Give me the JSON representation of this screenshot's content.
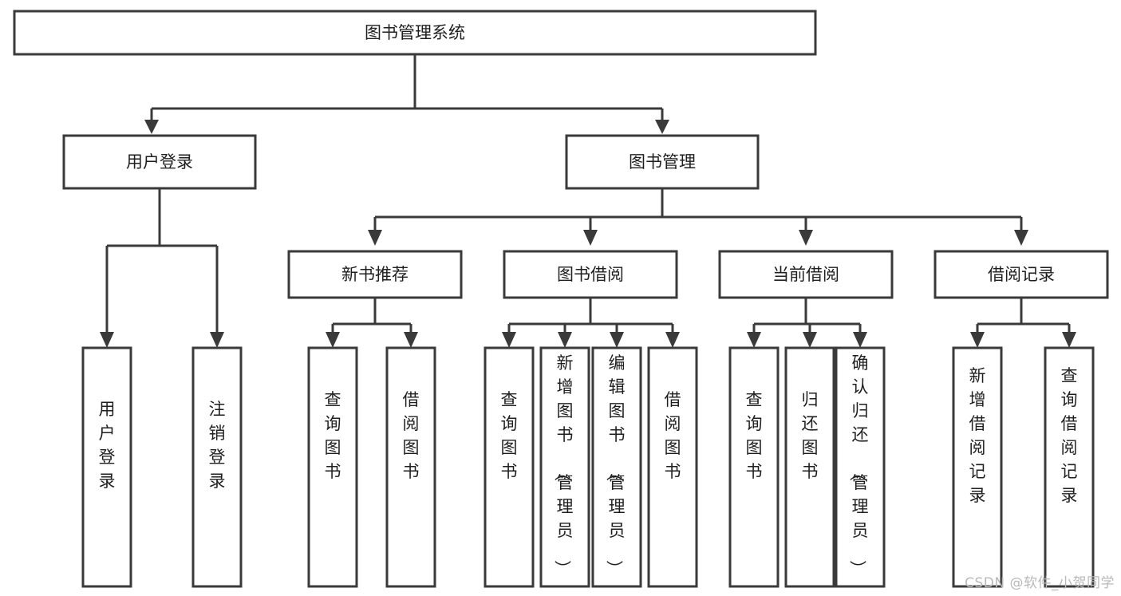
{
  "diagram": {
    "title": "图书管理系统",
    "type": "tree-hierarchy-diagram",
    "watermark": "CSDN @软件_小贺同学",
    "colors": {
      "stroke": "#3a3a3a",
      "fill": "#ffffff",
      "text": "#1f1f1f",
      "watermark": "#b9b9b9"
    },
    "root": {
      "label": "图书管理系统"
    },
    "level2": [
      {
        "label": "用户登录"
      },
      {
        "label": "图书管理"
      }
    ],
    "level3": [
      {
        "label": "新书推荐"
      },
      {
        "label": "图书借阅"
      },
      {
        "label": "当前借阅"
      },
      {
        "label": "借阅记录"
      }
    ],
    "leaves": {
      "user_login": [
        {
          "label": "用户登录"
        },
        {
          "label": "注销登录"
        }
      ],
      "new_book_recommend": [
        {
          "label": "查询图书"
        },
        {
          "label": "借阅图书"
        }
      ],
      "book_borrow": [
        {
          "label": "查询图书"
        },
        {
          "label": "新增图书（管理员）"
        },
        {
          "label": "编辑图书（管理员）"
        },
        {
          "label": "借阅图书"
        }
      ],
      "current_borrow": [
        {
          "label": "查询图书"
        },
        {
          "label": "归还图书"
        },
        {
          "label": "确认归还（管理员）"
        }
      ],
      "borrow_record": [
        {
          "label": "新增借阅记录"
        },
        {
          "label": "查询借阅记录"
        }
      ]
    }
  }
}
